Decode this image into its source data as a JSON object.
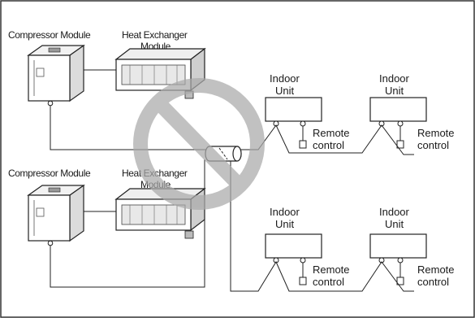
{
  "diagram": {
    "groups": [
      {
        "compressor_label": "Compressor Module",
        "heat_exchanger_label": [
          "Heat Exchanger",
          "Module"
        ],
        "indoor_units": [
          {
            "label": [
              "Indoor",
              "Unit"
            ],
            "remote_label": [
              "Remote",
              "control"
            ]
          },
          {
            "label": [
              "Indoor",
              "Unit"
            ],
            "remote_label": [
              "Remote",
              "control"
            ]
          }
        ]
      },
      {
        "compressor_label": "Compressor Module",
        "heat_exchanger_label": [
          "Heat Exchanger",
          "Module"
        ],
        "indoor_units": [
          {
            "label": [
              "Indoor",
              "Unit"
            ],
            "remote_label": [
              "Remote",
              "control"
            ]
          },
          {
            "label": [
              "Indoor",
              "Unit"
            ],
            "remote_label": [
              "Remote",
              "control"
            ]
          }
        ]
      }
    ],
    "prohibited_symbol": true,
    "colors": {
      "prohibition": "#b3b3b3",
      "line": "#222222",
      "border": "#333333"
    }
  }
}
